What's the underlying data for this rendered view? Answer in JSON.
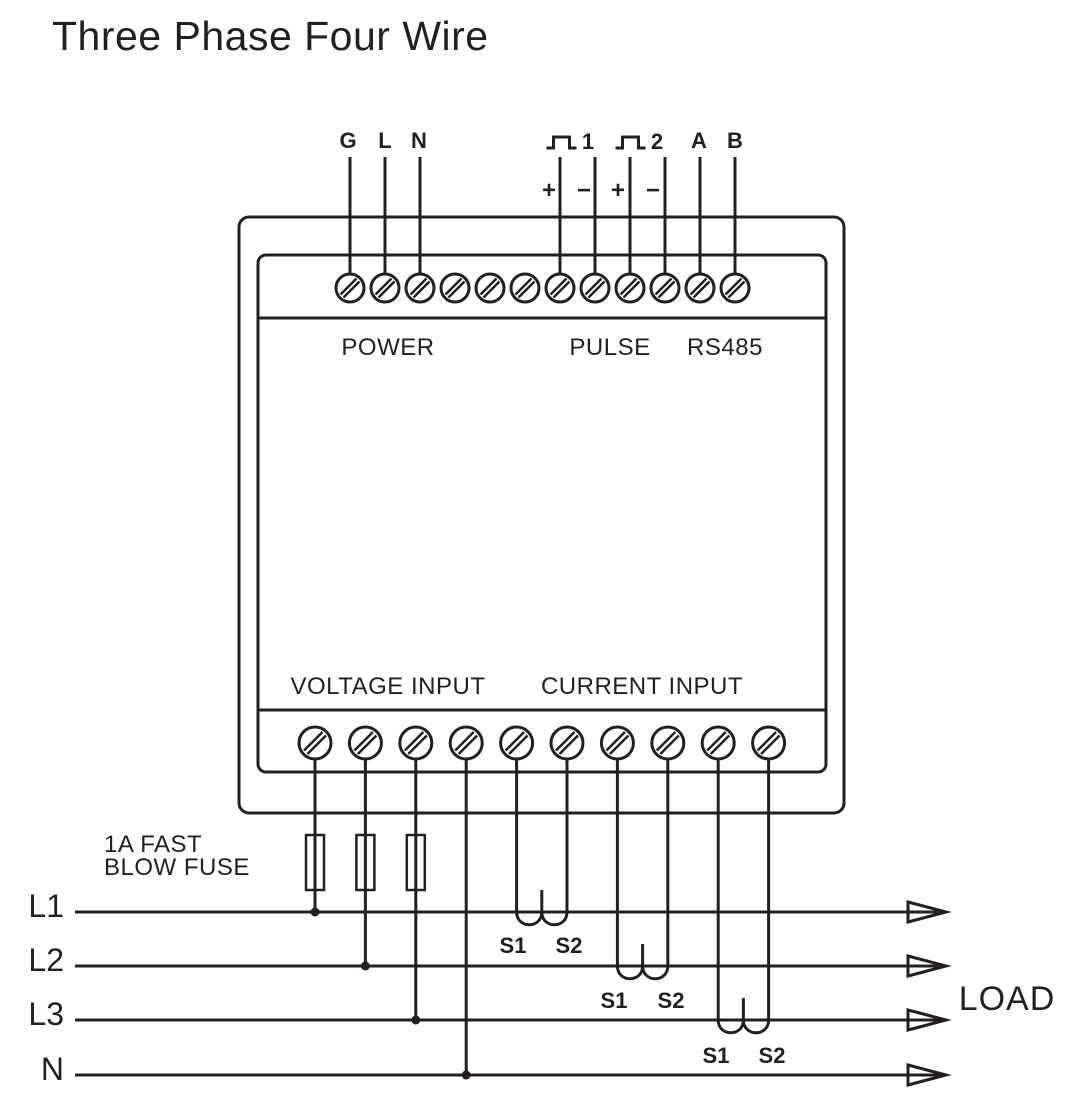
{
  "title": "Three Phase Four Wire",
  "ink_color": "#231f20",
  "meter": {
    "panel_labels": {
      "power": "POWER",
      "pulse": "PULSE",
      "rs485": "RS485",
      "voltage_input": "VOLTAGE INPUT",
      "current_input": "CURRENT INPUT"
    },
    "top_terminal_count": 12,
    "bottom_terminal_count": 10
  },
  "top_connections": {
    "ground": "G",
    "line": "L",
    "neutral": "N",
    "pulse_outputs": [
      {
        "number": "1",
        "plus": "+",
        "minus": "−"
      },
      {
        "number": "2",
        "plus": "+",
        "minus": "−"
      }
    ],
    "rs485": {
      "a": "A",
      "b": "B"
    }
  },
  "fuse_note": {
    "line1": "1A FAST",
    "line2": "BLOW FUSE"
  },
  "phase_lines": [
    {
      "label": "L1"
    },
    {
      "label": "L2"
    },
    {
      "label": "L3"
    },
    {
      "label": "N"
    }
  ],
  "cts": [
    {
      "s1": "S1",
      "s2": "S2"
    },
    {
      "s1": "S1",
      "s2": "S2"
    },
    {
      "s1": "S1",
      "s2": "S2"
    }
  ],
  "load_label": "LOAD"
}
